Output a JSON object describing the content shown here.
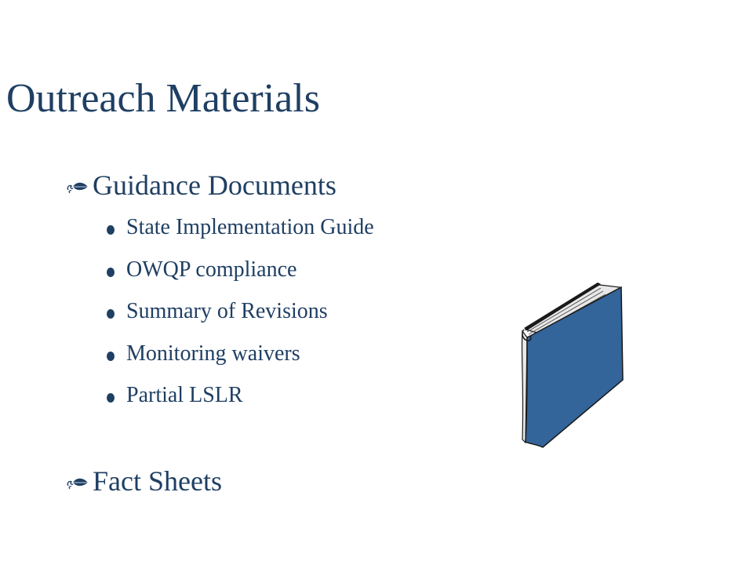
{
  "slide": {
    "title": "Outreach Materials",
    "sections": [
      {
        "label": "Guidance Documents",
        "items": [
          "State Implementation Guide",
          "OWQP compliance",
          "Summary of Revisions",
          "Monitoring waivers",
          "Partial LSLR"
        ]
      },
      {
        "label": "Fact Sheets",
        "items": []
      }
    ]
  },
  "colors": {
    "text": "#1f3f63",
    "book_cover": "#33649a",
    "book_outline": "#1a1a1a"
  },
  "icons": {
    "bullet_main": "leaf-bullet-icon",
    "bullet_sub": "round-bullet-icon",
    "illustration": "book-icon"
  }
}
